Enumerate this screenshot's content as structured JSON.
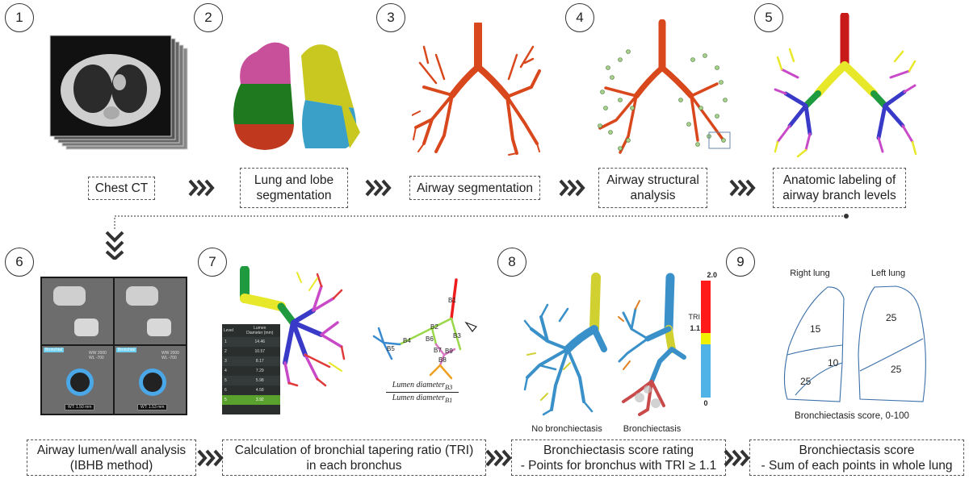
{
  "steps": [
    {
      "num": "1",
      "label": [
        "Chest CT"
      ]
    },
    {
      "num": "2",
      "label": [
        "Lung and lobe",
        "segmentation"
      ]
    },
    {
      "num": "3",
      "label": [
        "Airway segmentation"
      ]
    },
    {
      "num": "4",
      "label": [
        "Airway structural",
        "analysis"
      ]
    },
    {
      "num": "5",
      "label": [
        "Anatomic labeling of",
        "airway branch levels"
      ]
    },
    {
      "num": "6",
      "label": [
        "Airway lumen/wall analysis",
        "(IBHB method)"
      ]
    },
    {
      "num": "7",
      "label": [
        "Calculation of bronchial tapering ratio (TRI)",
        "in each bronchus"
      ]
    },
    {
      "num": "8",
      "label": [
        "Bronchiectasis score rating",
        "- Points for bronchus with TRI ≥ 1.1"
      ]
    },
    {
      "num": "9",
      "label": [
        "Bronchiectasis score",
        "- Sum of each points in whole lung"
      ]
    }
  ],
  "panel6": {
    "wall_labels": [
      "WT: 1.50 mm",
      "WT: 1.53 mm"
    ],
    "window_labels": [
      "WW 2000\nWL -700",
      "WW 2000\nWL -700"
    ],
    "tag": "Bronchial"
  },
  "panel7": {
    "table_header": [
      "Lumen",
      "Diameter (mm)"
    ],
    "level_header": "Level",
    "rows": [
      {
        "level": "1",
        "diameter": "14.46"
      },
      {
        "level": "2",
        "diameter": "10.57"
      },
      {
        "level": "3",
        "diameter": "8.17"
      },
      {
        "level": "4",
        "diameter": "7.29"
      },
      {
        "level": "5",
        "diameter": "5.98"
      },
      {
        "level": "6",
        "diameter": "4.58"
      },
      {
        "level": "5",
        "diameter": "3.92"
      }
    ],
    "branches": [
      "B1",
      "B2",
      "B3",
      "B4",
      "B5",
      "B6",
      "B7",
      "B8",
      "B9"
    ],
    "formula_numerator": "Lumen diameter",
    "formula_numerator_sub": "B3",
    "formula_denominator": "Lumen diameter",
    "formula_denominator_sub": "B1"
  },
  "panel8": {
    "caption_left": "No bronchiectasis",
    "caption_right": "Bronchiectasis",
    "scale_top": "2.0",
    "scale_mid": "1.1",
    "scale_bottom": "0",
    "scale_label": "TRI",
    "colors": {
      "red": "#ff1a1a",
      "yellow": "#f0f000",
      "blue": "#4fb3e8"
    }
  },
  "panel9": {
    "right_lung": "Right lung",
    "left_lung": "Left lung",
    "scores_right": [
      "15",
      "10",
      "25"
    ],
    "scores_left": [
      "25",
      "25"
    ],
    "caption": "Bronchiectasis score, 0-100"
  }
}
